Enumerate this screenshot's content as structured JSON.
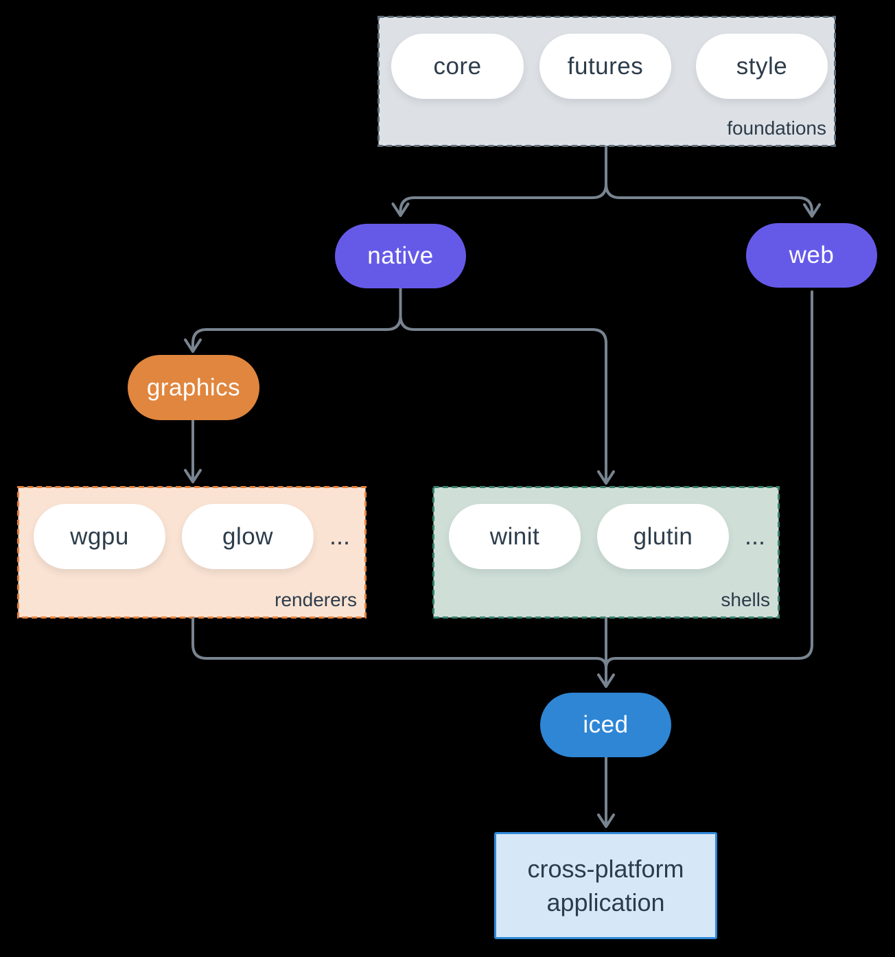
{
  "canvas": {
    "background": "#000000",
    "arrow_color": "#788490"
  },
  "groups": {
    "foundations": {
      "label": "foundations",
      "fill": "#dde1e5",
      "border": "#5d6d7c",
      "pills": [
        "core",
        "futures",
        "style"
      ]
    },
    "renderers": {
      "label": "renderers",
      "fill": "#fae3d3",
      "border": "#e8823b",
      "pills": [
        "wgpu",
        "glow"
      ],
      "ellipsis": "..."
    },
    "shells": {
      "label": "shells",
      "fill": "#cfdfd8",
      "border": "#37826e",
      "pills": [
        "winit",
        "glutin"
      ],
      "ellipsis": "..."
    }
  },
  "nodes": {
    "native": {
      "label": "native",
      "fill": "#655ae8"
    },
    "web": {
      "label": "web",
      "fill": "#655ae8"
    },
    "graphics": {
      "label": "graphics",
      "fill": "#e0863e"
    },
    "iced": {
      "label": "iced",
      "fill": "#2e86d5"
    },
    "app": {
      "label": "cross-platform application",
      "fill": "#d6e8f8",
      "border": "#2f88d8"
    }
  }
}
